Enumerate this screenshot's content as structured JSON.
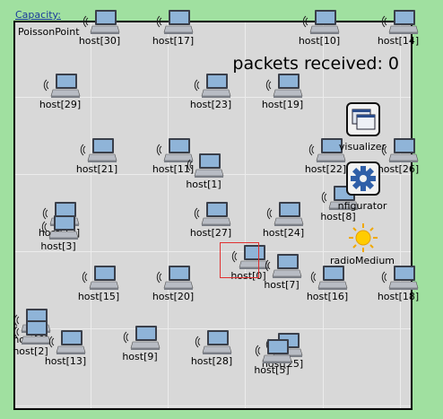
{
  "title": "Capacity:",
  "arena_name": "PoissonPoint",
  "packets_label": "packets received: 0",
  "hosts": [
    {
      "label": "host[30]"
    },
    {
      "label": "host[17]"
    },
    {
      "label": "host[10]"
    },
    {
      "label": "host[14]"
    },
    {
      "label": "host[29]"
    },
    {
      "label": "host[23]"
    },
    {
      "label": "host[19]"
    },
    {
      "label": "host[21]"
    },
    {
      "label": "host[11]"
    },
    {
      "label": "host[1]"
    },
    {
      "label": "host[22]"
    },
    {
      "label": "host[26]"
    },
    {
      "label": "host[12]"
    },
    {
      "label": "host[3]"
    },
    {
      "label": "host[27]"
    },
    {
      "label": "host[24]"
    },
    {
      "label": "host[8]"
    },
    {
      "label": "host[15]"
    },
    {
      "label": "host[20]"
    },
    {
      "label": "host[0]"
    },
    {
      "label": "host[7]"
    },
    {
      "label": "host[16]"
    },
    {
      "label": "host[18]"
    },
    {
      "label": "host[6]"
    },
    {
      "label": "host[2]"
    },
    {
      "label": "host[13]"
    },
    {
      "label": "host[9]"
    },
    {
      "label": "host[28]"
    },
    {
      "label": "host[25]"
    },
    {
      "label": "host[5]"
    }
  ],
  "modules": {
    "visualizer": "visualizer",
    "configurator": "nfigurator",
    "radio_medium": "radioMedium"
  }
}
